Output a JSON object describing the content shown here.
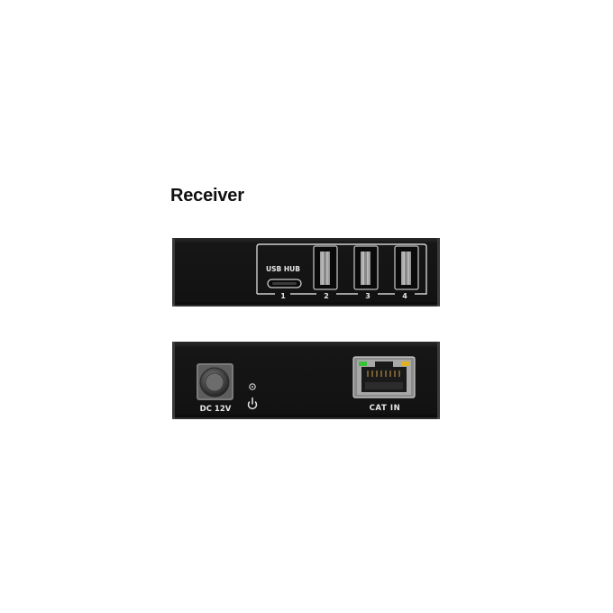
{
  "heading": "Receiver",
  "front_panel": {
    "hub_label": "USB HUB",
    "port_numbers": [
      "1",
      "2",
      "3",
      "4"
    ]
  },
  "rear_panel": {
    "power_label": "DC 12V",
    "network_label": "CAT IN",
    "led_colors": {
      "left": "#38c23a",
      "right": "#e0b21e"
    }
  },
  "colors": {
    "chassis": "#141414",
    "silkscreen": "#e8e8e8"
  },
  "icons": [
    "power-symbol-icon",
    "dc-polarity-icon"
  ]
}
